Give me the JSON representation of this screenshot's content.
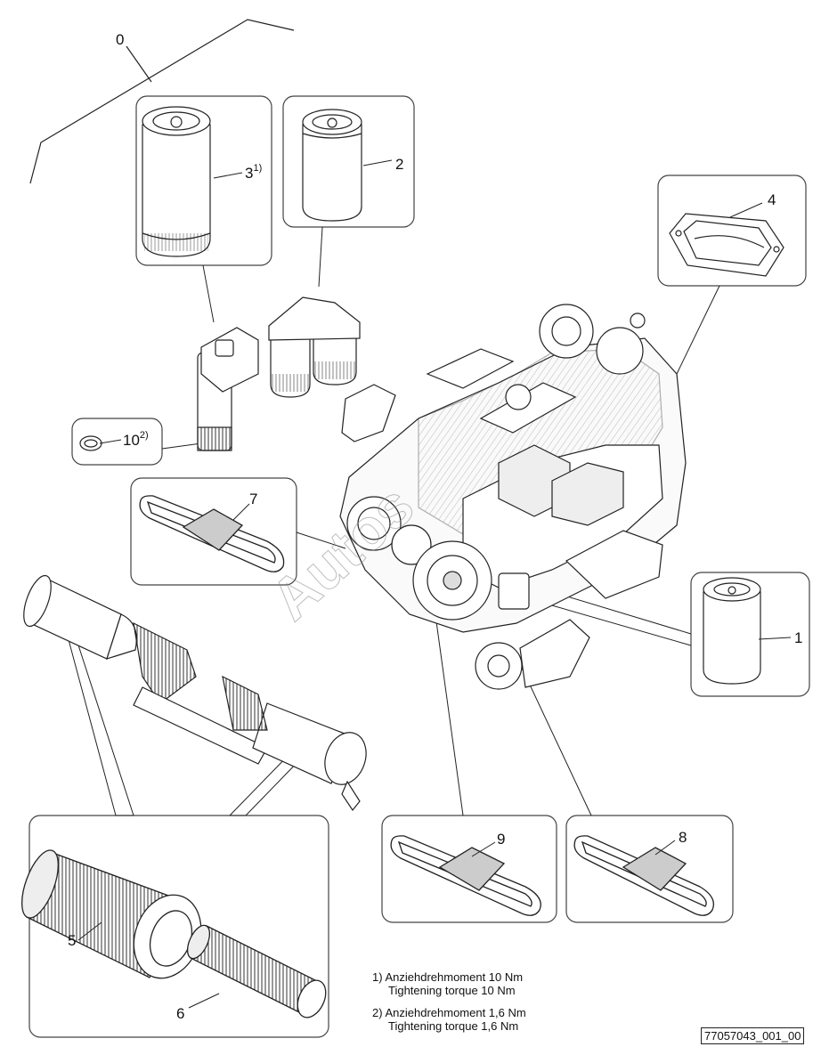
{
  "callouts": [
    {
      "id": "0",
      "text": "0",
      "sup": ""
    },
    {
      "id": "1",
      "text": "1",
      "sup": ""
    },
    {
      "id": "2",
      "text": "2",
      "sup": ""
    },
    {
      "id": "3",
      "text": "3",
      "sup": "1)"
    },
    {
      "id": "4",
      "text": "4",
      "sup": ""
    },
    {
      "id": "5",
      "text": "5",
      "sup": ""
    },
    {
      "id": "6",
      "text": "6",
      "sup": ""
    },
    {
      "id": "7",
      "text": "7",
      "sup": ""
    },
    {
      "id": "8",
      "text": "8",
      "sup": ""
    },
    {
      "id": "9",
      "text": "9",
      "sup": ""
    },
    {
      "id": "10",
      "text": "10",
      "sup": "2)"
    }
  ],
  "notes": [
    {
      "marker": "1)",
      "de": "Anziehdrehmoment 10 Nm",
      "en": "Tightening torque 10 Nm"
    },
    {
      "marker": "2)",
      "de": "Anziehdrehmoment 1,6 Nm",
      "en": "Tightening torque 1,6 Nm"
    }
  ],
  "watermark": "Autos",
  "document_id": "77057043_001_00"
}
